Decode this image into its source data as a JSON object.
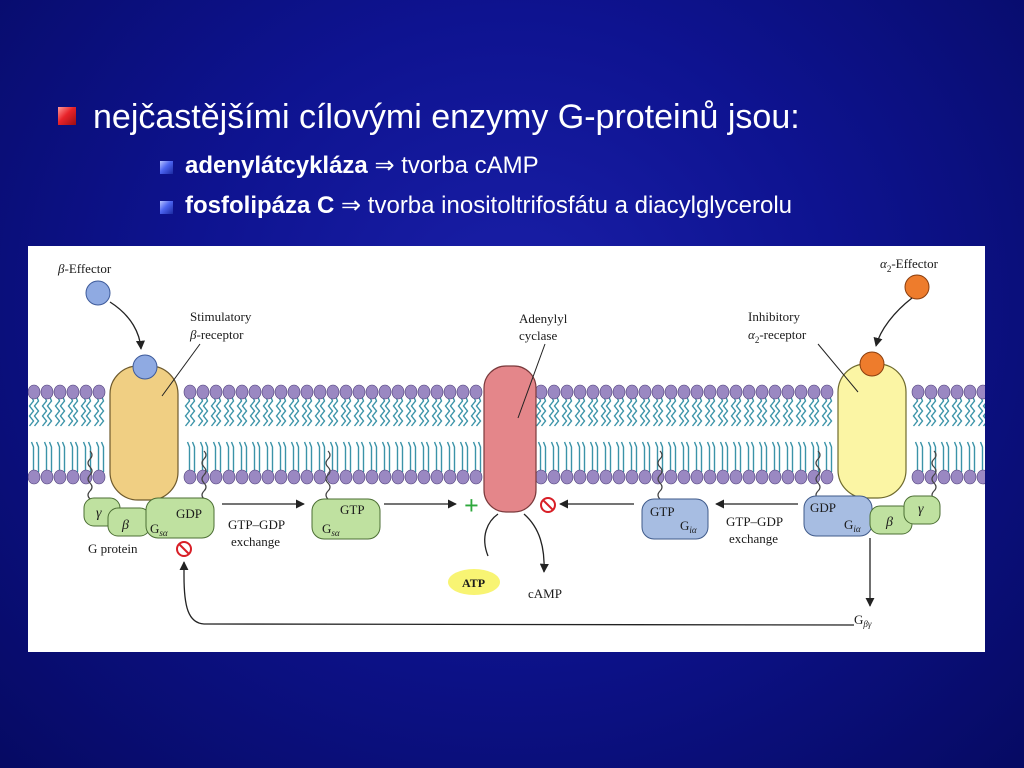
{
  "slide": {
    "bullet_main": "nejčastějšími cílovými enzymy G-proteinů jsou:",
    "sub1_bold": "adenylátcykláza",
    "sub1_rest": "tvorba cAMP",
    "sub2_bold": "fosfolipáza C",
    "sub2_rest": "tvorba inositoltrifosfátu a diacylglycerolu",
    "arrow_symbol": "⇒"
  },
  "diagram": {
    "beta_effector": "-Effector",
    "beta_symbol": "β",
    "stim_receptor_line1": "Stimulatory",
    "stim_receptor_line2": "-receptor",
    "adenylyl_line1": "Adenylyl",
    "adenylyl_line2": "cyclase",
    "alpha2_effector": "-Effector",
    "alpha_symbol": "α",
    "alpha_sub": "2",
    "inh_receptor_line1": "Inhibitory",
    "inh_receptor_line2": "-receptor",
    "gamma": "γ",
    "beta": "β",
    "gdp": "GDP",
    "gtp": "GTP",
    "g_letter": "G",
    "gs_sub": "sα",
    "gi_sub": "iα",
    "g_protein": "G protein",
    "exchange_line1": "GTP–GDP",
    "exchange_line2": "exchange",
    "plus": "+",
    "atp": "ATP",
    "camp": "cAMP",
    "gbg_sub": "βγ"
  },
  "colors": {
    "stim_receptor": "#f0cf83",
    "inh_receptor": "#fbf5a4",
    "adenylyl_cyclase": "#e4868a",
    "g_green": "#bfe1a0",
    "g_blue": "#a7bde2",
    "beta_effector": "#8faae2",
    "alpha_effector": "#ee7c2c",
    "lipid_head": "#9a88c2",
    "lipid_tail": "#3b93a8",
    "plus": "#2ea83c",
    "inhibit": "#d81f27"
  },
  "icons": [
    "square-bullet-red",
    "square-bullet-blue",
    "inhibit-icon",
    "plus-icon"
  ]
}
